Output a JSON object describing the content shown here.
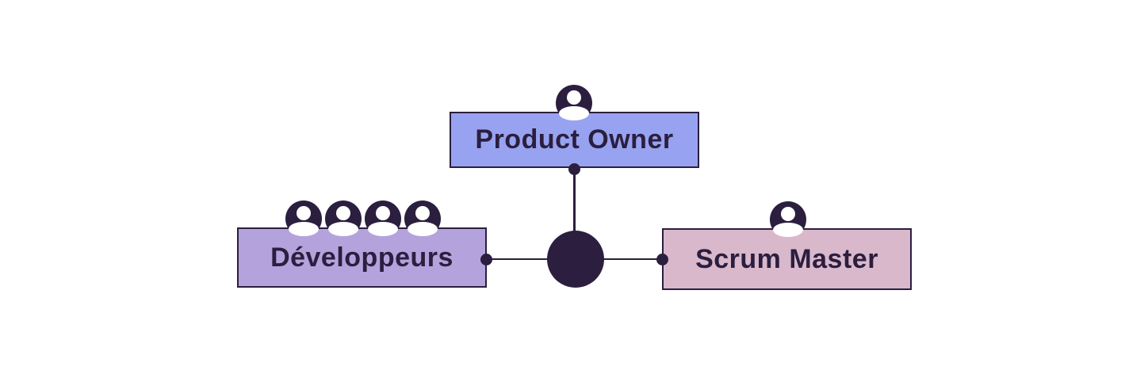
{
  "diagram": {
    "type": "scrum-team-org-chart",
    "nodes": [
      {
        "id": "product-owner",
        "label": "Product Owner",
        "fill": "#97A3F0",
        "people_count": 1
      },
      {
        "id": "developpeurs",
        "label": "Développeurs",
        "fill": "#B4A2DD",
        "people_count": 4
      },
      {
        "id": "scrum-master",
        "label": "Scrum Master",
        "fill": "#D9B8CC",
        "people_count": 1
      }
    ],
    "colors": {
      "dark": "#2B1E3F",
      "background": "#FFFFFF",
      "icon_face": "#FFFFFF"
    },
    "connectors": {
      "hub": "central-circle",
      "junction_dots": 3
    }
  }
}
